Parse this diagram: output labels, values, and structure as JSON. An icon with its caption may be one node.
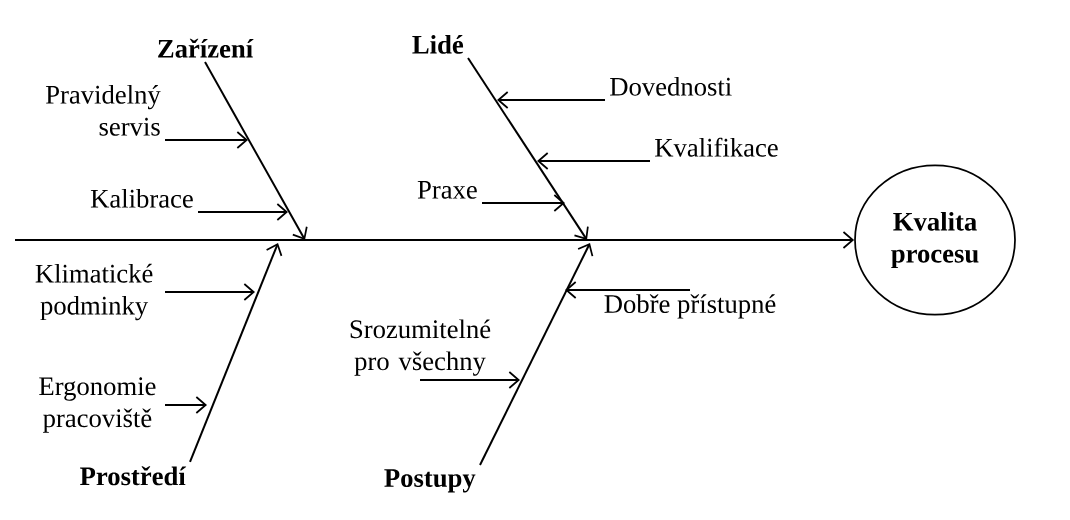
{
  "diagram": {
    "nodes": [
      {
        "text": [
          "Kvalita procesu"
        ]
      },
      {
        "text": [
          "Zařízení"
        ]
      },
      {
        "text": [
          "Lidé"
        ]
      },
      {
        "text": [
          "Prostředí"
        ]
      },
      {
        "text": [
          "Postupy"
        ]
      },
      {
        "text": [
          "Pravidelný servis"
        ]
      },
      {
        "text": [
          "Kalibrace"
        ]
      },
      {
        "text": [
          "Dovednosti"
        ]
      },
      {
        "text": [
          "Kvalifikace"
        ]
      },
      {
        "text": [
          "Praxe"
        ]
      },
      {
        "text": [
          "Klimatické podminky"
        ]
      },
      {
        "text": [
          "Ergonomie pracoviště"
        ]
      },
      {
        "text": [
          "Srozumitelné pro všechny"
        ]
      },
      {
        "text": [
          "Dobře přístupné"
        ]
      }
    ],
    "edges": [
      {
        "from": null,
        "to": 0,
        "arrow": "to"
      },
      {
        "from": 1,
        "to": null,
        "arrow": "to"
      },
      {
        "from": 2,
        "to": null,
        "arrow": "to"
      },
      {
        "from": 3,
        "to": null,
        "arrow": "to"
      },
      {
        "from": 4,
        "to": null,
        "arrow": "to"
      },
      {
        "from": 5,
        "to": null,
        "arrow": "to"
      },
      {
        "from": 6,
        "to": null,
        "arrow": "to"
      },
      {
        "from": 7,
        "to": null,
        "arrow": "to"
      },
      {
        "from": 8,
        "to": null,
        "arrow": "to"
      },
      {
        "from": 9,
        "to": null,
        "arrow": "to"
      },
      {
        "from": 10,
        "to": null,
        "arrow": "to"
      },
      {
        "from": 11,
        "to": null,
        "arrow": "to"
      },
      {
        "from": 12,
        "to": null,
        "arrow": "to"
      },
      {
        "from": 13,
        "to": null,
        "arrow": "to"
      }
    ]
  }
}
